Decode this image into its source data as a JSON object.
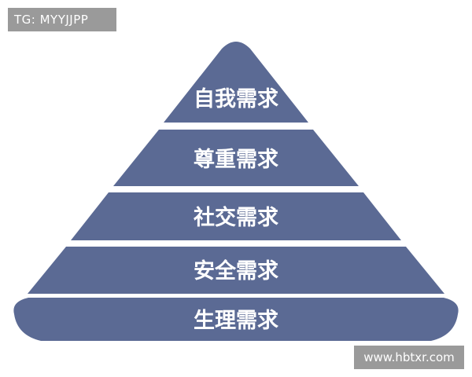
{
  "watermarks": {
    "top_left": "TG: MYYJJPP",
    "bottom_right": "www.hbtxr.com"
  },
  "pyramid": {
    "fill_color": "#5b6a94",
    "levels": [
      {
        "label": "自我需求"
      },
      {
        "label": "尊重需求"
      },
      {
        "label": "社交需求"
      },
      {
        "label": "安全需求"
      },
      {
        "label": "生理需求"
      }
    ]
  }
}
